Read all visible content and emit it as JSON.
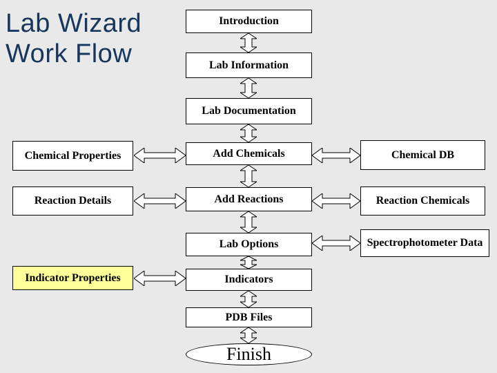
{
  "title": {
    "line1": "Lab Wizard",
    "line2": "Work Flow"
  },
  "colors": {
    "background": "#E9E9E9",
    "title_text": "#17365D",
    "box_fill": "#FFFFFF",
    "box_border": "#000000",
    "highlight_fill": "#FFFF99"
  },
  "diagram": {
    "center": [
      {
        "label": "Introduction",
        "shape": "rect"
      },
      {
        "label": "Lab Information",
        "shape": "rect"
      },
      {
        "label": "Lab Documentation",
        "shape": "rect"
      },
      {
        "label": "Add Chemicals",
        "shape": "rect"
      },
      {
        "label": "Add Reactions",
        "shape": "rect"
      },
      {
        "label": "Lab Options",
        "shape": "rect"
      },
      {
        "label": "Indicators",
        "shape": "rect"
      },
      {
        "label": "PDB Files",
        "shape": "rect"
      },
      {
        "label": "Finish",
        "shape": "ellipse"
      }
    ],
    "left": [
      {
        "label": "Chemical Properties",
        "connects_to": "Add Chemicals",
        "highlight": false
      },
      {
        "label": "Reaction Details",
        "connects_to": "Add Reactions",
        "highlight": false
      },
      {
        "label": "Indicator Properties",
        "connects_to": "Indicators",
        "highlight": true
      }
    ],
    "right": [
      {
        "label": "Chemical DB",
        "connects_to": "Add Chemicals"
      },
      {
        "label": "Reaction Chemicals",
        "connects_to": "Add Reactions"
      },
      {
        "label": "Spectrophotometer Data",
        "connects_to": "Lab Options"
      }
    ],
    "connections": [
      "Introduction <-> Lab Information",
      "Lab Information <-> Lab Documentation",
      "Lab Documentation <-> Add Chemicals",
      "Add Chemicals <-> Add Reactions",
      "Add Reactions <-> Lab Options",
      "Lab Options <-> Indicators",
      "Indicators <-> PDB Files",
      "PDB Files <-> Finish",
      "Chemical Properties <-> Add Chemicals",
      "Add Chemicals <-> Chemical DB",
      "Reaction Details <-> Add Reactions",
      "Add Reactions <-> Reaction Chemicals",
      "Lab Options <-> Spectrophotometer Data",
      "Indicator Properties <-> Indicators"
    ]
  }
}
